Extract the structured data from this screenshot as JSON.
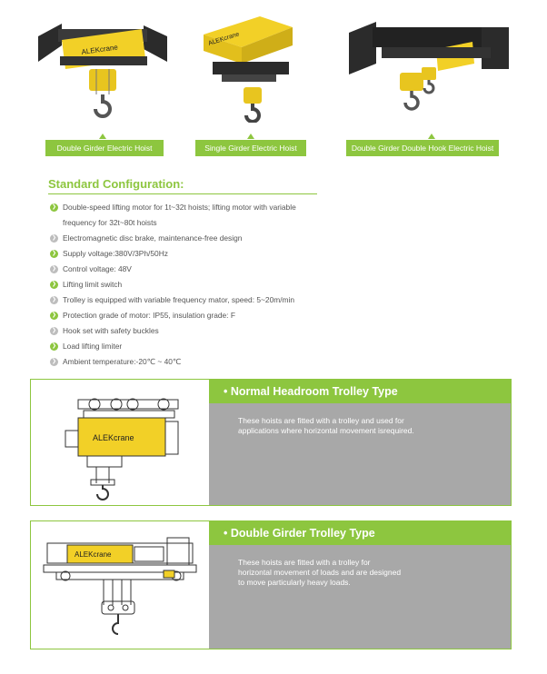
{
  "hoists": [
    {
      "label": "Double Girder Electric Hoist"
    },
    {
      "label": "Single Girder Electric Hoist"
    },
    {
      "label": "Double Girder Double Hook Electric Hoist"
    }
  ],
  "brand_text": "ALEKcrane",
  "standard": {
    "title": "Standard Configuration:",
    "items": [
      {
        "text": "Double-speed lifting motor for 1t~32t hoists; lifting motor with variable",
        "cont": "frequency for 32t~80t hoists",
        "bullet": "green"
      },
      {
        "text": "Electromagnetic disc brake, maintenance-free design",
        "bullet": "grey"
      },
      {
        "text": "Supply voltage:380V/3Ph/50Hz",
        "bullet": "green"
      },
      {
        "text": "Control voltage: 48V",
        "bullet": "grey"
      },
      {
        "text": "Lifting limit switch",
        "bullet": "green"
      },
      {
        "text": "Trolley is equipped with variable frequency mator, speed: 5~20m/min",
        "bullet": "grey"
      },
      {
        "text": "Protection grade of motor: IP55, insulation grade: F",
        "bullet": "green"
      },
      {
        "text": "Hook set  with safety buckles",
        "bullet": "grey"
      },
      {
        "text": "Load lifting limiter",
        "bullet": "green"
      },
      {
        "text": "Ambient temperature:-20℃ ~ 40℃",
        "bullet": "grey"
      }
    ]
  },
  "panels": [
    {
      "title": "Normal Headroom Trolley Type",
      "lines": [
        "These hoists are fitted with a trolley and used for",
        "applications where horizontal movement isrequired."
      ]
    },
    {
      "title": "Double Girder Trolley Type",
      "lines": [
        "These hoists are fitted with a trolley for",
        "horizontal movement of loads and are designed",
        "to move particularly heavy loads."
      ]
    }
  ],
  "colors": {
    "accent": "#8dc63f",
    "panel_grey": "#a8a8a8",
    "hoist_yellow": "#f2d027",
    "steel": "#2b2b2b"
  }
}
